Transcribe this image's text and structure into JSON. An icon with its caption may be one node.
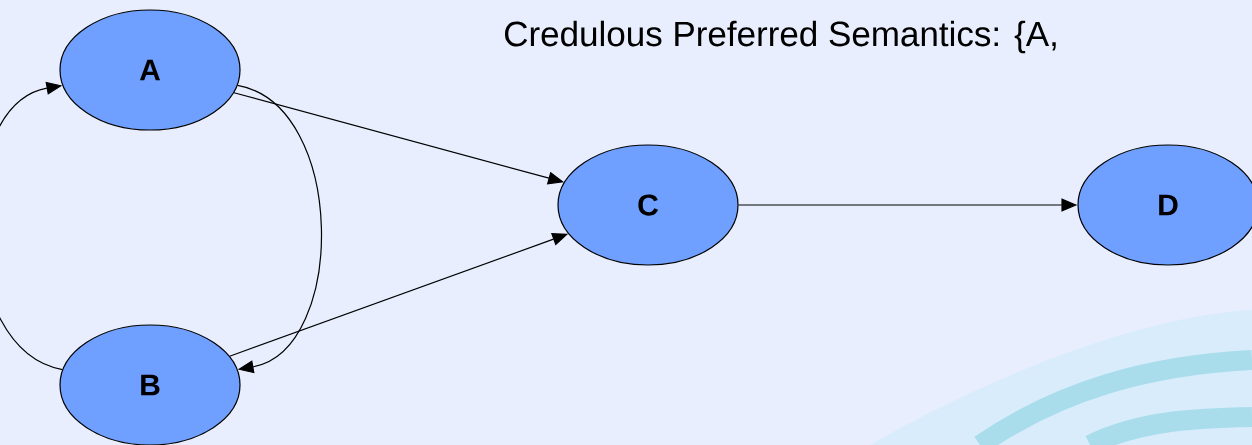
{
  "diagram": {
    "title": "Credulous Preferred Semantics: {A,",
    "nodes": [
      {
        "text": [
          "A"
        ]
      },
      {
        "text": [
          "B"
        ]
      },
      {
        "text": [
          "C"
        ]
      },
      {
        "text": [
          "D"
        ]
      }
    ],
    "edges": [
      {
        "from": 0,
        "to": 2,
        "arrow": "to"
      },
      {
        "from": 0,
        "to": 1,
        "arrow": "to"
      },
      {
        "from": 1,
        "to": 0,
        "arrow": "to"
      },
      {
        "from": 1,
        "to": 2,
        "arrow": "to"
      },
      {
        "from": 2,
        "to": 3,
        "arrow": "to"
      }
    ]
  }
}
